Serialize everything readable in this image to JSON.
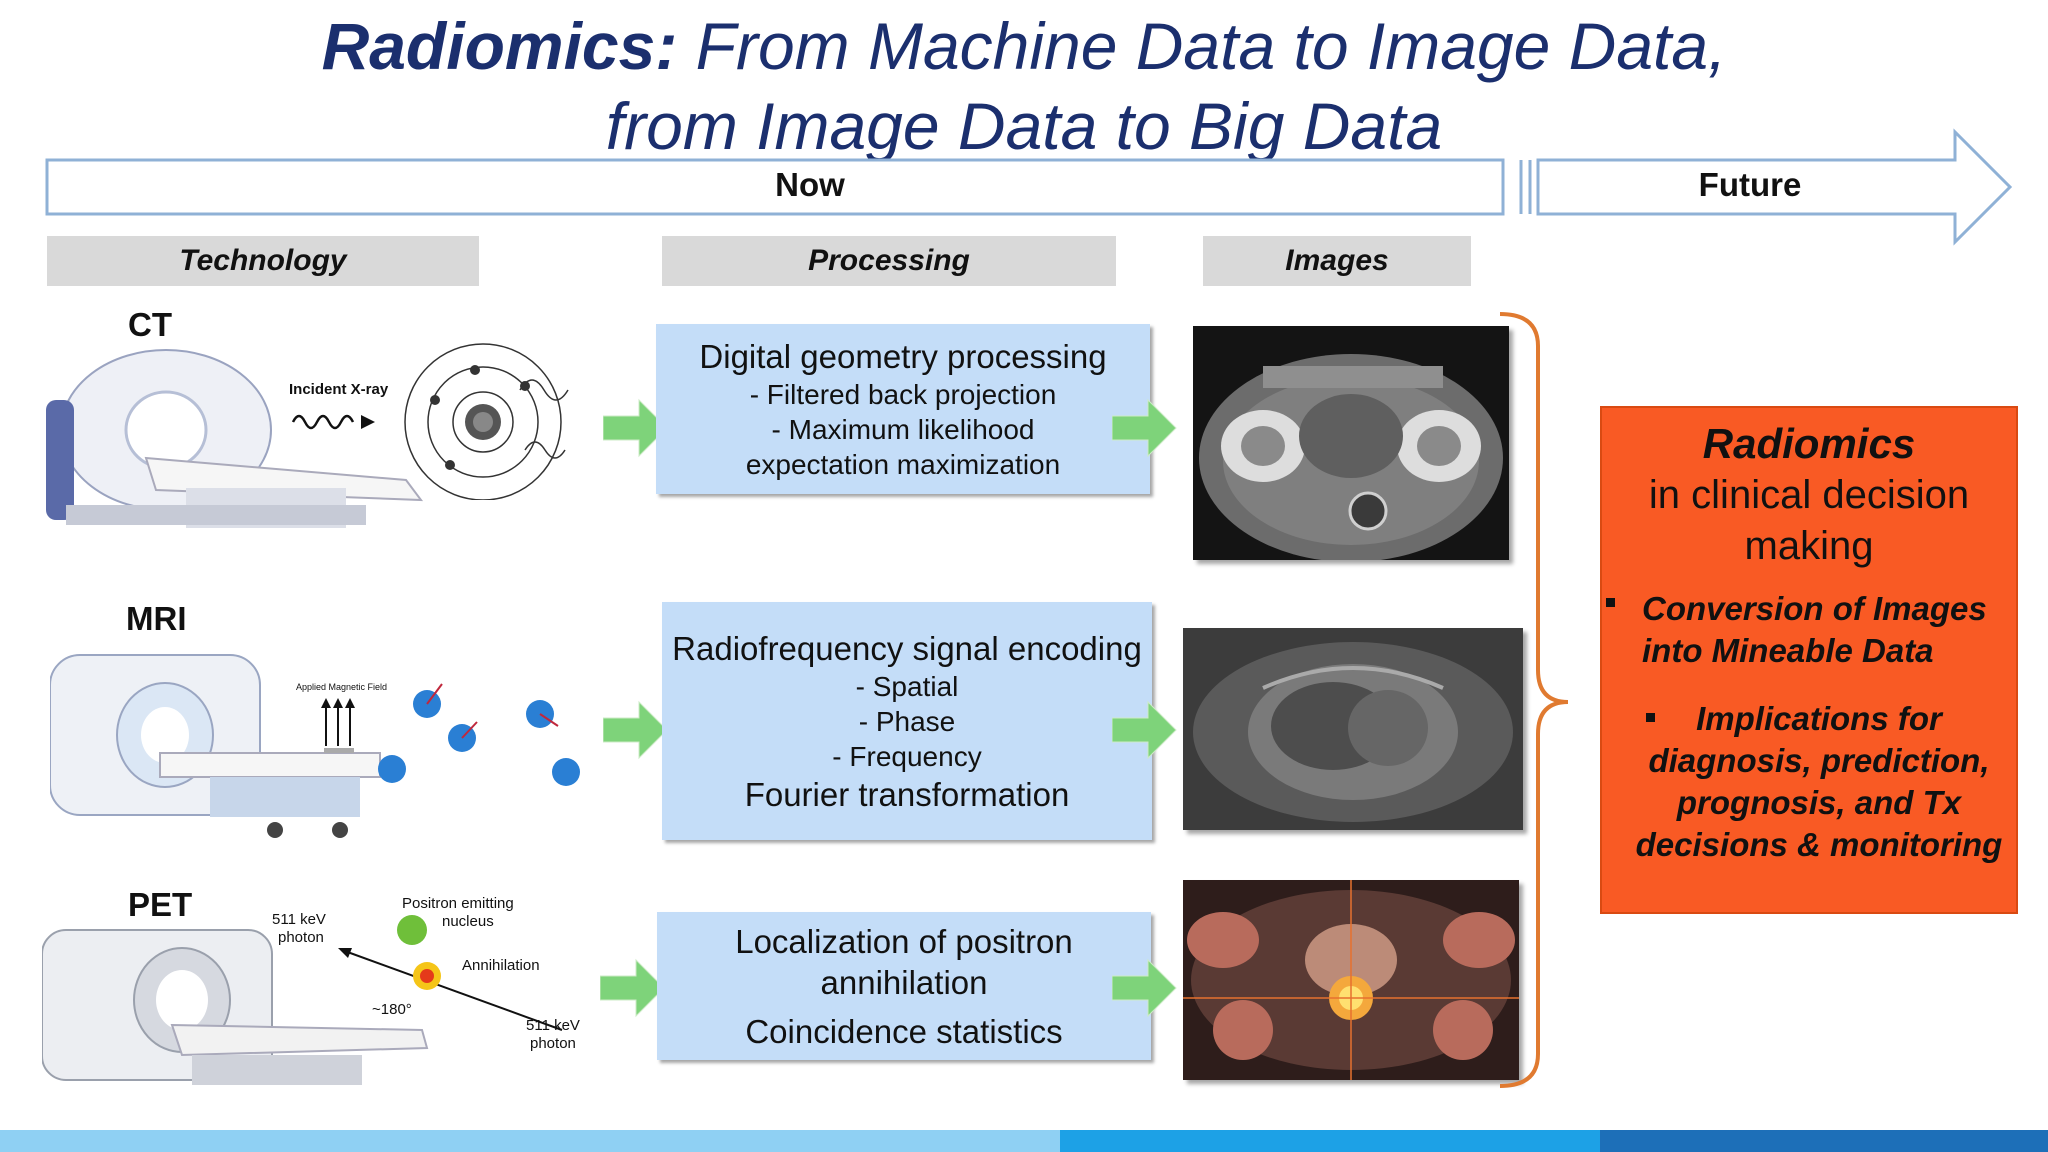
{
  "title": {
    "bold": "Radiomics:",
    "line1_rest": " From Machine Data to Image Data,",
    "line2": "from Image Data to Big Data"
  },
  "timeline": {
    "now": "Now",
    "future": "Future"
  },
  "columns": {
    "technology": "Technology",
    "processing": "Processing",
    "images": "Images"
  },
  "modalities": [
    {
      "label": "CT",
      "diagram": {
        "incident": "Incident X-ray"
      },
      "processing": {
        "heading": "Digital geometry processing",
        "items": [
          "- Filtered back projection",
          "- Maximum likelihood",
          "expectation maximization"
        ]
      }
    },
    {
      "label": "MRI",
      "diagram": {
        "field": "Applied Magnetic Field"
      },
      "processing": {
        "heading": "Radiofrequency signal encoding",
        "items": [
          "- Spatial",
          "- Phase",
          "- Frequency"
        ],
        "footer": "Fourier transformation"
      }
    },
    {
      "label": "PET",
      "diagram": {
        "photon_a": "511 keV photon",
        "nucleus": "Positron emitting nucleus",
        "annihilation": "Annihilation",
        "angle": "~180°",
        "photon_b": "511 keV photon"
      },
      "processing": {
        "heading": "Localization of positron annihilation",
        "footer": "Coincidence statistics"
      }
    }
  ],
  "result": {
    "title": "Radiomics",
    "subtitle": "in clinical decision making",
    "bullets": [
      "Conversion of Images into Mineable Data",
      "Implications for diagnosis, prediction, prognosis, and Tx decisions  & monitoring"
    ]
  },
  "colors": {
    "title": "#1b2f6e",
    "processing_box": "#c4ddf8",
    "result_box": "#f95a24",
    "arrow": "#7ed37a",
    "brace": "#e07a30",
    "footer_left": "#8fd0f3",
    "footer_mid": "#1da1e6",
    "footer_right": "#1d6fb8"
  }
}
